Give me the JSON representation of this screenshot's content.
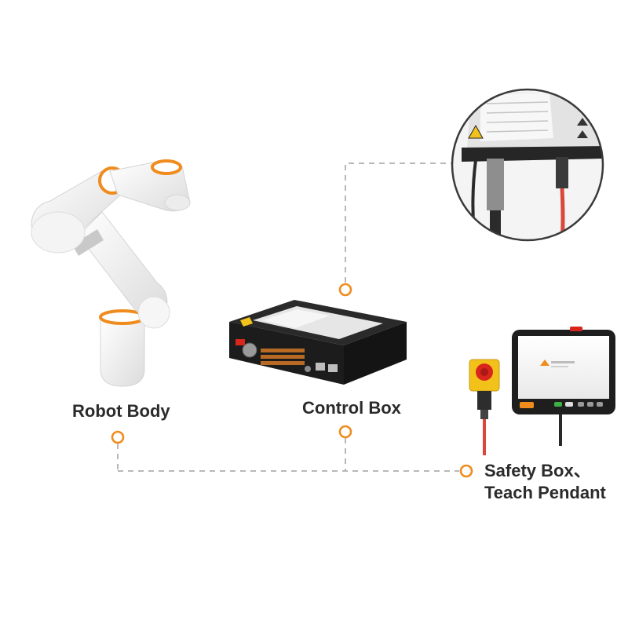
{
  "labels": {
    "robot_body": "Robot Body",
    "control_box": "Control Box",
    "safety_line1": "Safety Box、",
    "safety_line2": "Teach Pendant"
  },
  "colors": {
    "accent_orange": "#f08c1e",
    "connector_gray": "#b8b8b8",
    "label_text": "#2b2b2b",
    "robot_white": "#f4f4f4",
    "device_black": "#1c1c1c",
    "button_yellow": "#f2c21b",
    "stop_red": "#d9261c"
  }
}
